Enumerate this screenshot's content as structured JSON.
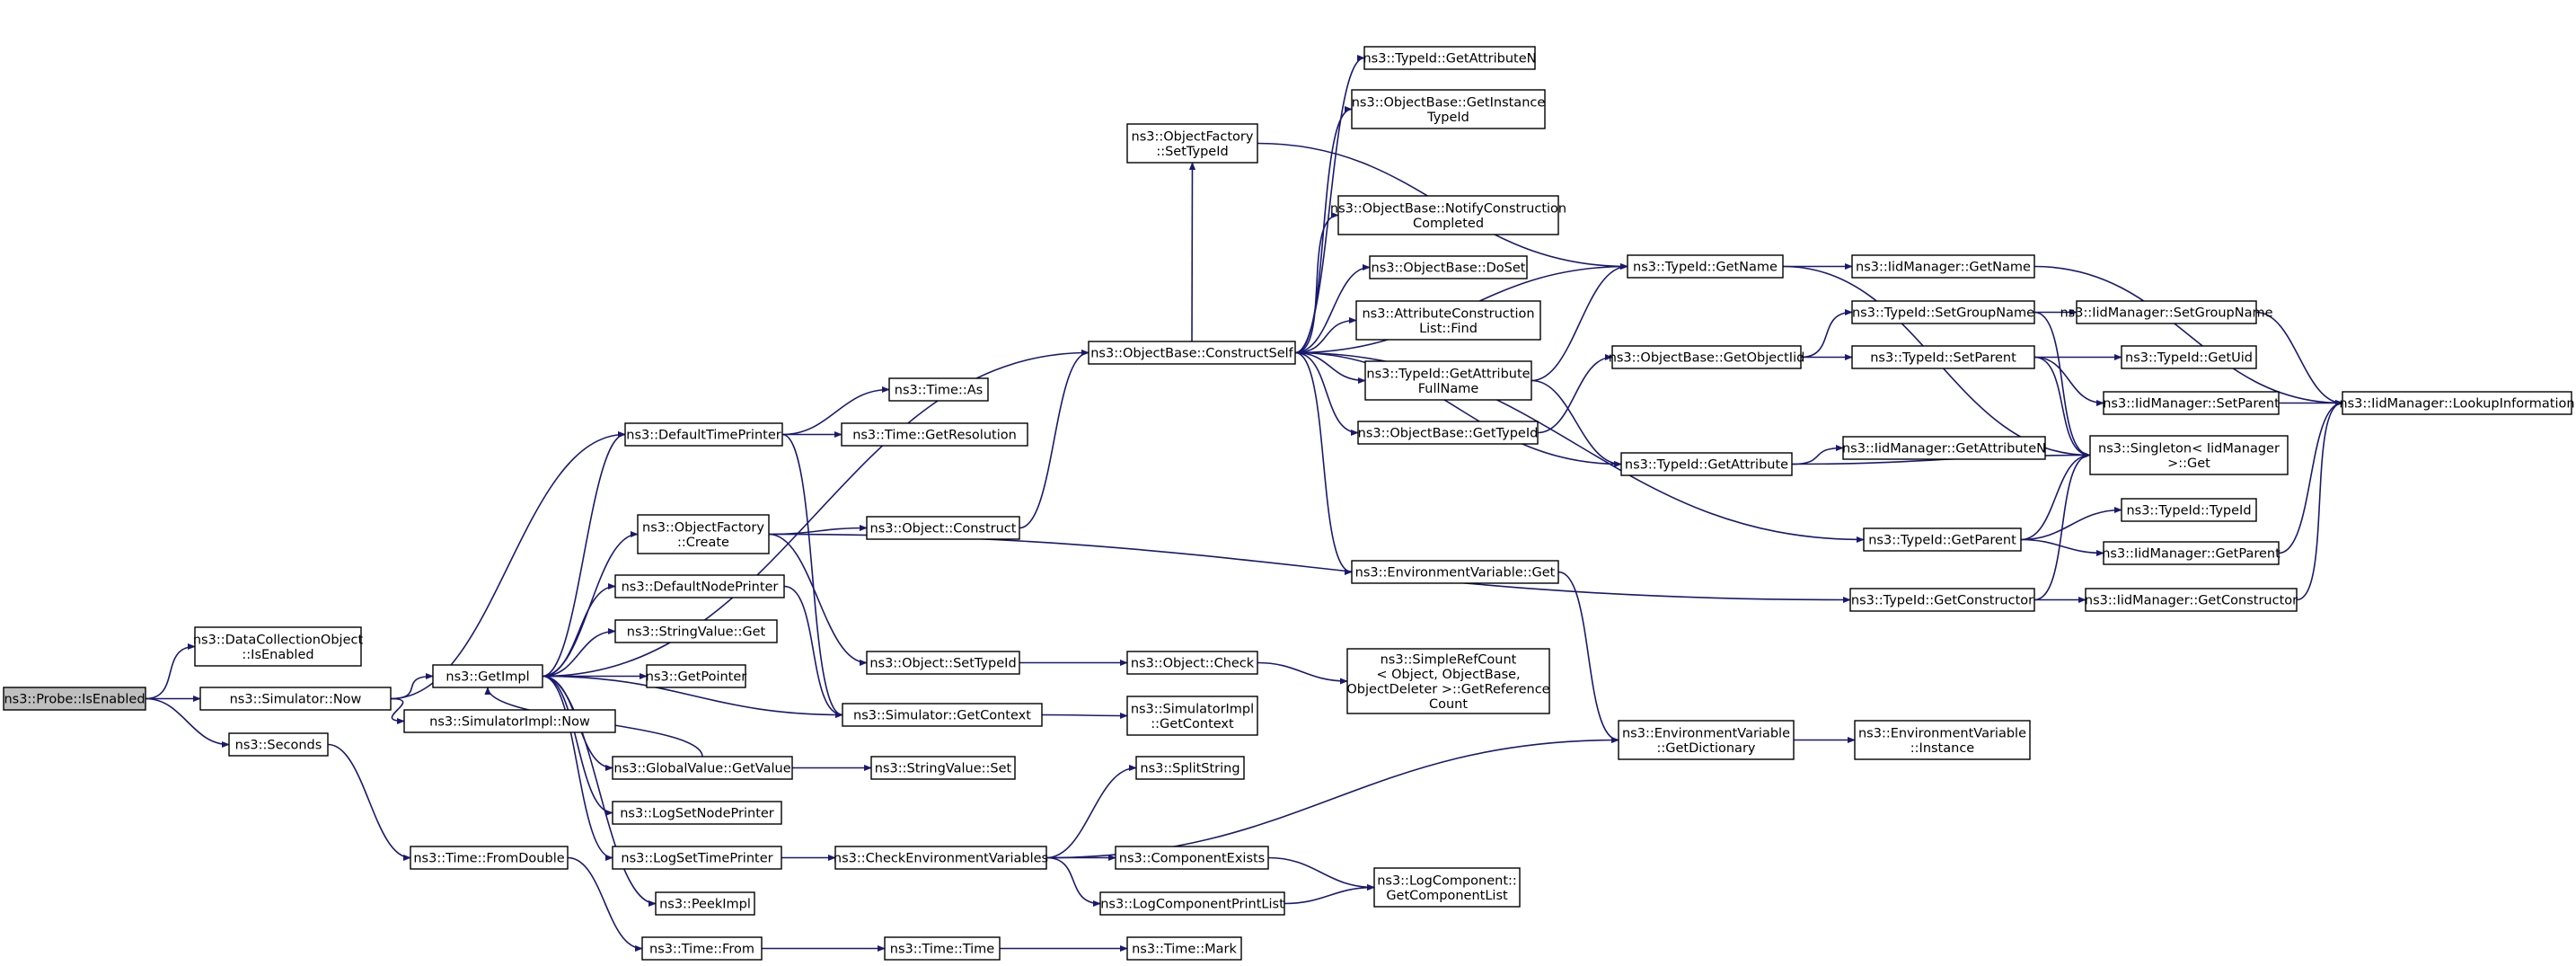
{
  "diagram": {
    "type": "call-graph",
    "colors": {
      "edge": "#191970",
      "root_fill": "#bfbfbf",
      "node_fill": "#ffffff",
      "node_stroke": "#000000"
    },
    "root": "n0",
    "nodes": [
      {
        "id": "n0",
        "lines": [
          "ns3::Probe::IsEnabled"
        ]
      },
      {
        "id": "n1",
        "lines": [
          "ns3::DataCollectionObject",
          "::IsEnabled"
        ]
      },
      {
        "id": "n2",
        "lines": [
          "ns3::Simulator::Now"
        ]
      },
      {
        "id": "n3",
        "lines": [
          "ns3::Seconds"
        ]
      },
      {
        "id": "n4",
        "lines": [
          "ns3::GetImpl"
        ]
      },
      {
        "id": "n5",
        "lines": [
          "ns3::SimulatorImpl::Now"
        ]
      },
      {
        "id": "n6",
        "lines": [
          "ns3::Time::FromDouble"
        ]
      },
      {
        "id": "n7",
        "lines": [
          "ns3::Time::From"
        ]
      },
      {
        "id": "n8",
        "lines": [
          "ns3::Time::Time"
        ]
      },
      {
        "id": "n9",
        "lines": [
          "ns3::Time::Mark"
        ]
      },
      {
        "id": "n10",
        "lines": [
          "ns3::DefaultTimePrinter"
        ]
      },
      {
        "id": "n11",
        "lines": [
          "ns3::Time::As"
        ]
      },
      {
        "id": "n12",
        "lines": [
          "ns3::Time::GetResolution"
        ]
      },
      {
        "id": "n13",
        "lines": [
          "ns3::ObjectFactory",
          "::Create"
        ]
      },
      {
        "id": "n14",
        "lines": [
          "ns3::DefaultNodePrinter"
        ]
      },
      {
        "id": "n15",
        "lines": [
          "ns3::StringValue::Get"
        ]
      },
      {
        "id": "n16",
        "lines": [
          "ns3::GetPointer"
        ]
      },
      {
        "id": "n17",
        "lines": [
          "ns3::GlobalValue::GetValue"
        ]
      },
      {
        "id": "n18",
        "lines": [
          "ns3::LogSetNodePrinter"
        ]
      },
      {
        "id": "n19",
        "lines": [
          "ns3::LogSetTimePrinter"
        ]
      },
      {
        "id": "n20",
        "lines": [
          "ns3::PeekImpl"
        ]
      },
      {
        "id": "n21",
        "lines": [
          "ns3::Object::Construct"
        ]
      },
      {
        "id": "n22",
        "lines": [
          "ns3::Object::SetTypeId"
        ]
      },
      {
        "id": "n23",
        "lines": [
          "ns3::Simulator::GetContext"
        ]
      },
      {
        "id": "n24",
        "lines": [
          "ns3::StringValue::Set"
        ]
      },
      {
        "id": "n25",
        "lines": [
          "ns3::CheckEnvironmentVariables"
        ]
      },
      {
        "id": "n26",
        "lines": [
          "ns3::ObjectFactory",
          "::SetTypeId"
        ]
      },
      {
        "id": "n27",
        "lines": [
          "ns3::ObjectBase::ConstructSelf"
        ]
      },
      {
        "id": "n28",
        "lines": [
          "ns3::Object::Check"
        ]
      },
      {
        "id": "n29",
        "lines": [
          "ns3::SimulatorImpl",
          "::GetContext"
        ]
      },
      {
        "id": "n30",
        "lines": [
          "ns3::SplitString"
        ]
      },
      {
        "id": "n31",
        "lines": [
          "ns3::ComponentExists"
        ]
      },
      {
        "id": "n32",
        "lines": [
          "ns3::LogComponentPrintList"
        ]
      },
      {
        "id": "n33",
        "lines": [
          "ns3::TypeId::GetAttributeN"
        ]
      },
      {
        "id": "n34",
        "lines": [
          "ns3::ObjectBase::GetInstance",
          "TypeId"
        ]
      },
      {
        "id": "n35",
        "lines": [
          "ns3::ObjectBase::NotifyConstruction",
          "Completed"
        ]
      },
      {
        "id": "n36",
        "lines": [
          "ns3::ObjectBase::DoSet"
        ]
      },
      {
        "id": "n37",
        "lines": [
          "ns3::AttributeConstruction",
          "List::Find"
        ]
      },
      {
        "id": "n38",
        "lines": [
          "ns3::TypeId::GetAttribute",
          "FullName"
        ]
      },
      {
        "id": "n39",
        "lines": [
          "ns3::ObjectBase::GetTypeId"
        ]
      },
      {
        "id": "n40",
        "lines": [
          "ns3::EnvironmentVariable::Get"
        ]
      },
      {
        "id": "n41",
        "lines": [
          "ns3::SimpleRefCount",
          "< Object, ObjectBase,",
          "ObjectDeleter >::GetReference",
          "Count"
        ]
      },
      {
        "id": "n42",
        "lines": [
          "ns3::LogComponent::",
          "GetComponentList"
        ]
      },
      {
        "id": "n43",
        "lines": [
          "ns3::TypeId::GetName"
        ]
      },
      {
        "id": "n44",
        "lines": [
          "ns3::ObjectBase::GetObjectIid"
        ]
      },
      {
        "id": "n45",
        "lines": [
          "ns3::TypeId::GetAttribute"
        ]
      },
      {
        "id": "n46",
        "lines": [
          "ns3::EnvironmentVariable",
          "::GetDictionary"
        ]
      },
      {
        "id": "n47",
        "lines": [
          "ns3::IidManager::GetName"
        ]
      },
      {
        "id": "n48",
        "lines": [
          "ns3::TypeId::SetGroupName"
        ]
      },
      {
        "id": "n49",
        "lines": [
          "ns3::TypeId::SetParent"
        ]
      },
      {
        "id": "n50",
        "lines": [
          "ns3::IidManager::GetAttributeN"
        ]
      },
      {
        "id": "n51",
        "lines": [
          "ns3::TypeId::GetParent"
        ]
      },
      {
        "id": "n52",
        "lines": [
          "ns3::TypeId::GetConstructor"
        ]
      },
      {
        "id": "n53",
        "lines": [
          "ns3::EnvironmentVariable",
          "::Instance"
        ]
      },
      {
        "id": "n54",
        "lines": [
          "ns3::IidManager::SetGroupName"
        ]
      },
      {
        "id": "n55",
        "lines": [
          "ns3::TypeId::GetUid"
        ]
      },
      {
        "id": "n56",
        "lines": [
          "ns3::IidManager::SetParent"
        ]
      },
      {
        "id": "n57",
        "lines": [
          "ns3::Singleton< IidManager",
          ">::Get"
        ]
      },
      {
        "id": "n58",
        "lines": [
          "ns3::TypeId::TypeId"
        ]
      },
      {
        "id": "n59",
        "lines": [
          "ns3::IidManager::GetParent"
        ]
      },
      {
        "id": "n60",
        "lines": [
          "ns3::IidManager::GetConstructor"
        ]
      },
      {
        "id": "n61",
        "lines": [
          "ns3::IidManager::LookupInformation"
        ]
      }
    ],
    "edges": [
      [
        "n0",
        "n1"
      ],
      [
        "n0",
        "n2"
      ],
      [
        "n0",
        "n3"
      ],
      [
        "n2",
        "n4"
      ],
      [
        "n2",
        "n5"
      ],
      [
        "n2",
        "n10"
      ],
      [
        "n3",
        "n6"
      ],
      [
        "n6",
        "n7"
      ],
      [
        "n7",
        "n8"
      ],
      [
        "n8",
        "n9"
      ],
      [
        "n4",
        "n10"
      ],
      [
        "n4",
        "n13"
      ],
      [
        "n4",
        "n14"
      ],
      [
        "n4",
        "n15"
      ],
      [
        "n4",
        "n16"
      ],
      [
        "n4",
        "n17"
      ],
      [
        "n4",
        "n18"
      ],
      [
        "n4",
        "n19"
      ],
      [
        "n4",
        "n20"
      ],
      [
        "n4",
        "n23"
      ],
      [
        "n4",
        "n27"
      ],
      [
        "n10",
        "n11"
      ],
      [
        "n10",
        "n12"
      ],
      [
        "n10",
        "n23"
      ],
      [
        "n13",
        "n21"
      ],
      [
        "n13",
        "n22"
      ],
      [
        "n13",
        "n52"
      ],
      [
        "n14",
        "n23"
      ],
      [
        "n17",
        "n24"
      ],
      [
        "n17",
        "n4"
      ],
      [
        "n19",
        "n25"
      ],
      [
        "n21",
        "n27"
      ],
      [
        "n22",
        "n28"
      ],
      [
        "n23",
        "n29"
      ],
      [
        "n28",
        "n41"
      ],
      [
        "n25",
        "n30"
      ],
      [
        "n25",
        "n31"
      ],
      [
        "n25",
        "n32"
      ],
      [
        "n25",
        "n46"
      ],
      [
        "n31",
        "n42"
      ],
      [
        "n32",
        "n42"
      ],
      [
        "n26",
        "n43"
      ],
      [
        "n27",
        "n26"
      ],
      [
        "n27",
        "n33"
      ],
      [
        "n27",
        "n34"
      ],
      [
        "n27",
        "n35"
      ],
      [
        "n27",
        "n36"
      ],
      [
        "n27",
        "n37"
      ],
      [
        "n27",
        "n38"
      ],
      [
        "n27",
        "n39"
      ],
      [
        "n27",
        "n40"
      ],
      [
        "n27",
        "n43"
      ],
      [
        "n27",
        "n45"
      ],
      [
        "n27",
        "n51"
      ],
      [
        "n38",
        "n43"
      ],
      [
        "n38",
        "n45"
      ],
      [
        "n39",
        "n44"
      ],
      [
        "n40",
        "n46"
      ],
      [
        "n46",
        "n53"
      ],
      [
        "n43",
        "n47"
      ],
      [
        "n43",
        "n57"
      ],
      [
        "n44",
        "n48"
      ],
      [
        "n44",
        "n49"
      ],
      [
        "n45",
        "n50"
      ],
      [
        "n45",
        "n57"
      ],
      [
        "n47",
        "n61"
      ],
      [
        "n48",
        "n54"
      ],
      [
        "n48",
        "n57"
      ],
      [
        "n49",
        "n55"
      ],
      [
        "n49",
        "n56"
      ],
      [
        "n49",
        "n57"
      ],
      [
        "n54",
        "n61"
      ],
      [
        "n56",
        "n61"
      ],
      [
        "n51",
        "n58"
      ],
      [
        "n51",
        "n59"
      ],
      [
        "n51",
        "n57"
      ],
      [
        "n52",
        "n60"
      ],
      [
        "n52",
        "n57"
      ],
      [
        "n59",
        "n61"
      ],
      [
        "n60",
        "n61"
      ]
    ]
  }
}
